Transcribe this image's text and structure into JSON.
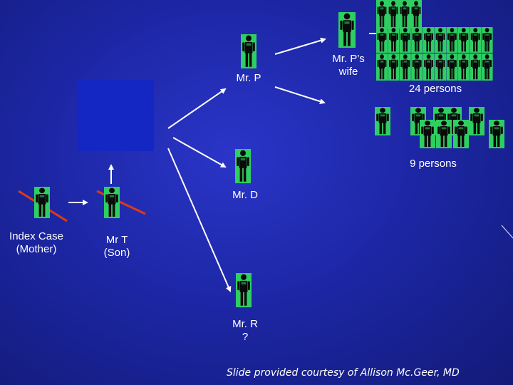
{
  "colors": {
    "background": "#1d27a6",
    "figure_fill": "#2fce62",
    "figure_silhouette": "#0a0a0a",
    "arrow": "#ffffff",
    "strike": "#e03a12",
    "box": "#1527c2"
  },
  "nodes": {
    "index_case": "Index Case\n(Mother)",
    "mr_t": "Mr T\n(Son)",
    "mr_p": "Mr. P",
    "mr_p_wife": "Mr. P’s\nwife",
    "persons_24": "24 persons",
    "persons_9": "9 persons",
    "mr_d": "Mr. D",
    "mr_r": "Mr. R\n?"
  },
  "counts": {
    "group_24": 24,
    "group_9": 9
  },
  "crossed_out": [
    "index_case",
    "mr_t"
  ],
  "credit": "Slide provided courtesy of Allison Mc.Geer, MD"
}
